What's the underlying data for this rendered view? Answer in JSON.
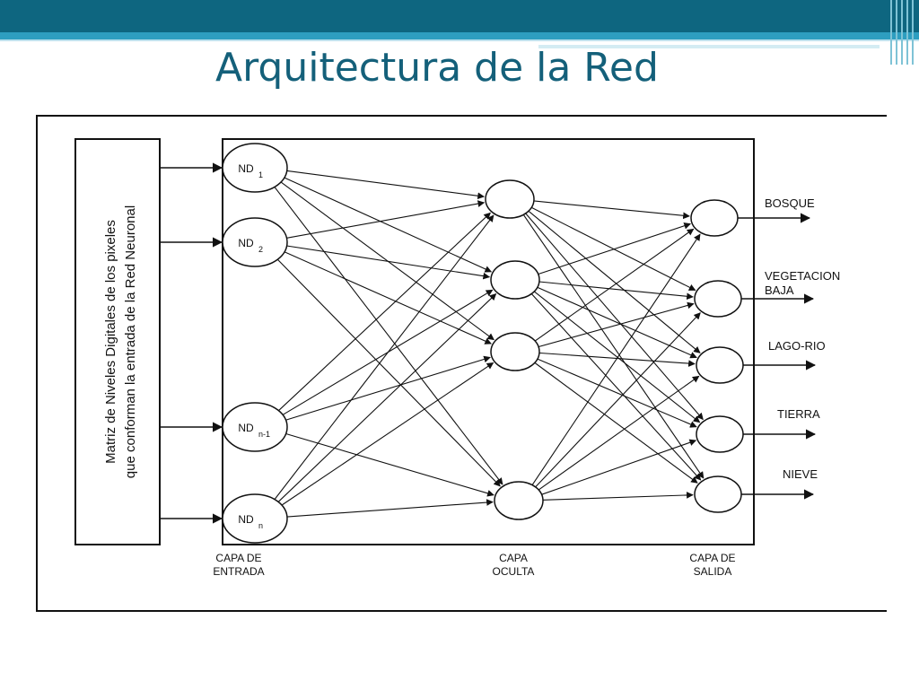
{
  "slide": {
    "title": "Arquitectura de la Red"
  },
  "diagram": {
    "input_box": {
      "line1": "Matriz de Niveles Digitales de los pixeles",
      "line2": "que conforman la entrada de la Red Neuronal"
    },
    "input_nodes": [
      {
        "base": "ND",
        "sub": "1"
      },
      {
        "base": "ND",
        "sub": "2"
      },
      {
        "base": "ND",
        "sub": "n-1"
      },
      {
        "base": "ND",
        "sub": "n"
      }
    ],
    "hidden_node_count": 4,
    "outputs": [
      "BOSQUE",
      "VEGETACION BAJA",
      "LAGO-RIO",
      "TIERRA",
      "NIEVE"
    ],
    "layer_labels": {
      "input": [
        "CAPA DE",
        "ENTRADA"
      ],
      "hidden": [
        "CAPA",
        "OCULTA"
      ],
      "output": [
        "CAPA DE",
        "SALIDA"
      ]
    }
  }
}
